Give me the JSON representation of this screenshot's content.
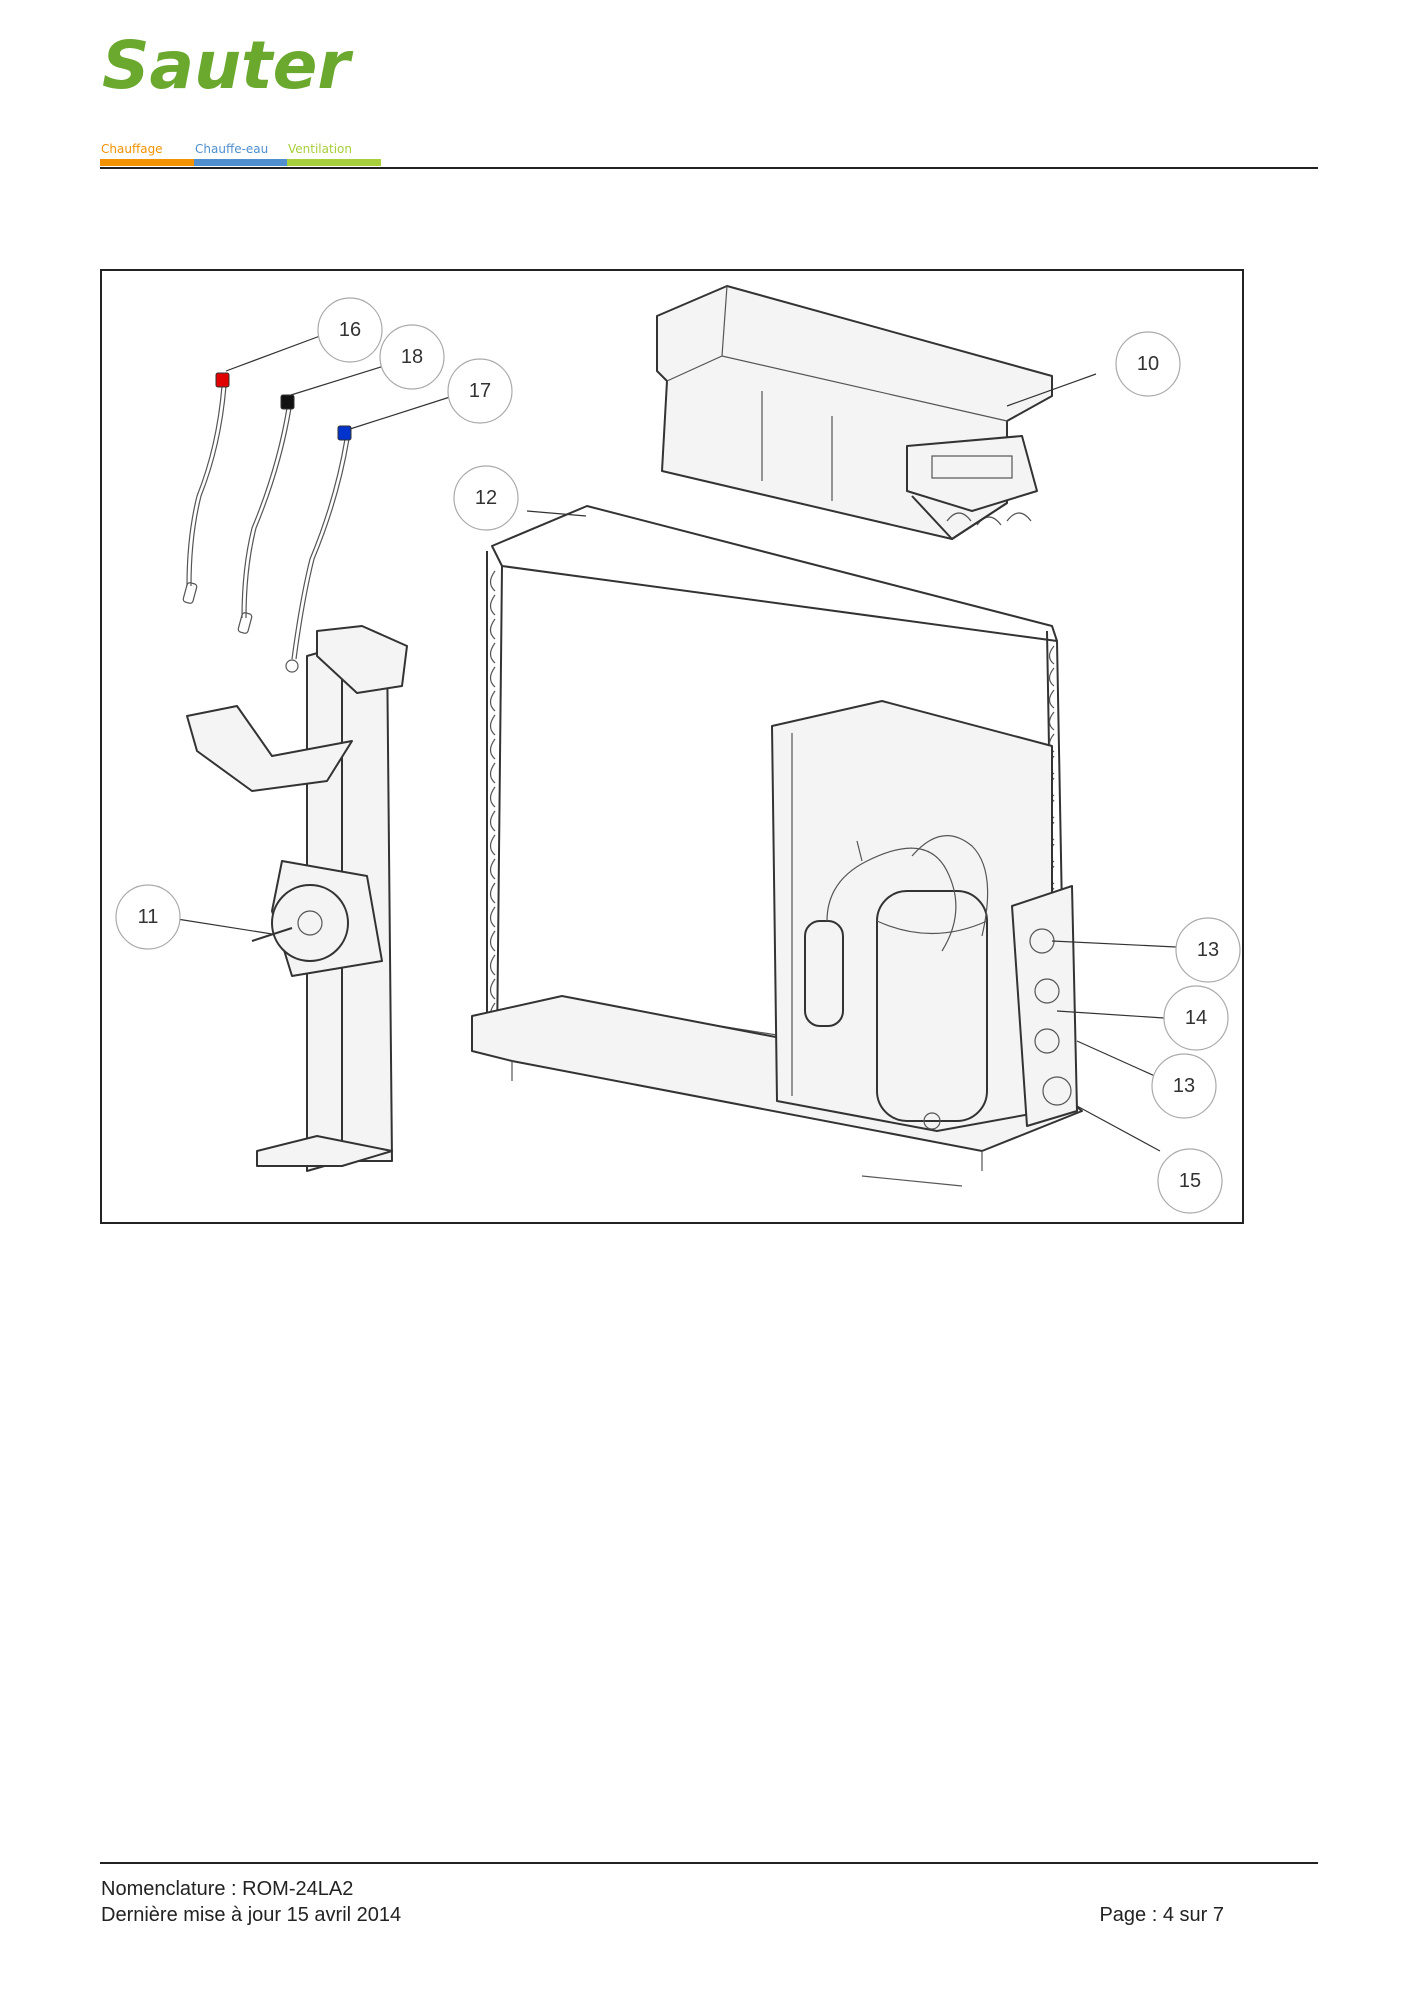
{
  "brand": {
    "name": "Sauter",
    "color": "#6aa82e",
    "tabs": [
      {
        "label": "Chauffage",
        "color": "#f39200"
      },
      {
        "label": "Chauffe-eau",
        "color": "#4f8fcf"
      },
      {
        "label": "Ventilation",
        "color": "#a7cf3c"
      }
    ]
  },
  "diagram": {
    "callouts": [
      "16",
      "18",
      "17",
      "10",
      "12",
      "11",
      "13",
      "14",
      "13",
      "15"
    ],
    "sensor_tip_colors": [
      "#e00000",
      "#111111",
      "#0033cc"
    ]
  },
  "footer": {
    "nomenclature": "Nomenclature : ROM-24LA2",
    "last_update": "Dernière mise à jour 15 avril 2014",
    "page": "Page : 4 sur 7"
  }
}
